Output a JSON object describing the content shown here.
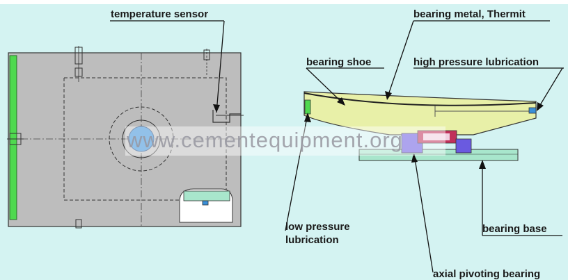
{
  "labels": {
    "temperature_sensor": "temperature sensor",
    "bearing_metal": "bearing metal, Thermit",
    "bearing_shoe": "bearing shoe",
    "high_pressure": "high pressure lubrication",
    "low_pressure_1": "low pressure",
    "low_pressure_2": "lubrication",
    "bearing_base": "bearing base",
    "axial_pivoting": "axial pivoting bearing"
  },
  "watermark": "www.cementequipment.org",
  "colors": {
    "background": "#d4f3f2",
    "plate": "#bdbdbd",
    "shoe": "#e8f0a8",
    "green_bar": "#4fd94f",
    "base": "#a8e6cc",
    "pivot_red": "#c0305a",
    "pivot_blue": "#6a5ae0",
    "center_disc": "#3a8fd8"
  }
}
